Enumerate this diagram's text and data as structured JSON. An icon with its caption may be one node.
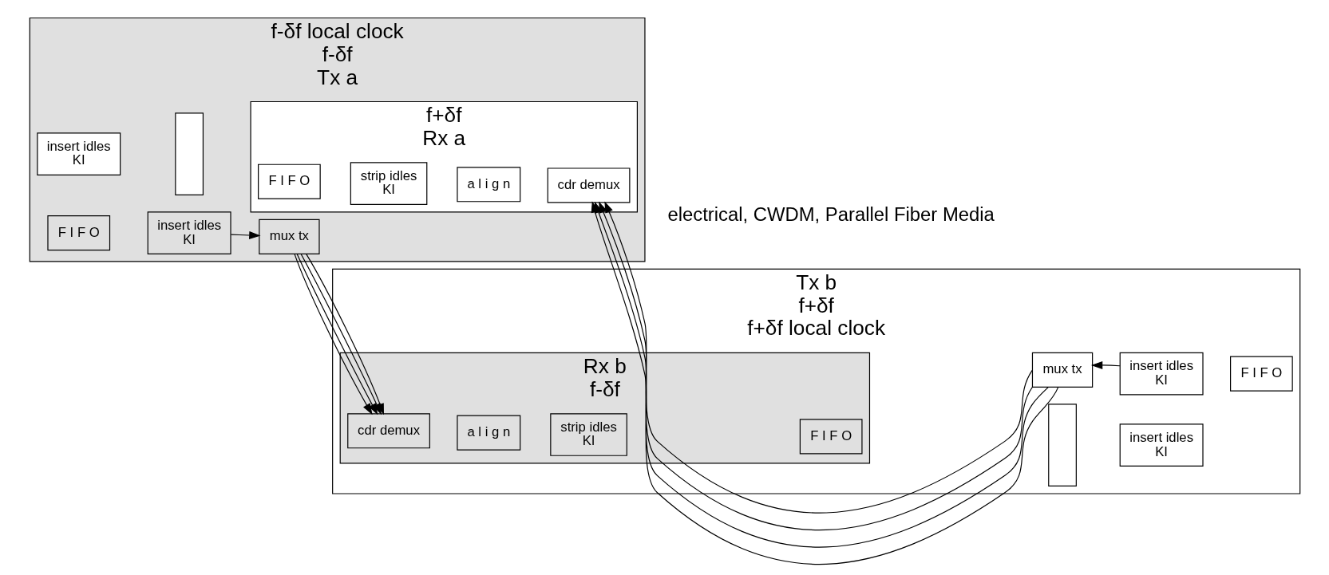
{
  "diagram": {
    "nodes": [
      {
        "text": [
          "f-δf local clock",
          "f-δf",
          "Tx a"
        ]
      },
      {
        "text": [
          "f+δf",
          "Rx a"
        ],
        "in": 0
      },
      {
        "text": [
          "insert idles",
          "KI"
        ],
        "in": 0
      },
      {
        "text": [],
        "shape": "box",
        "in": 0
      },
      {
        "text": [
          "F I F O"
        ],
        "in": 1
      },
      {
        "text": [
          "strip idles",
          "KI"
        ],
        "in": 1
      },
      {
        "text": [
          "a l i g n"
        ],
        "in": 1
      },
      {
        "text": [
          "cdr demux"
        ],
        "in": 1
      },
      {
        "text": [
          "F I F O"
        ],
        "in": 0
      },
      {
        "text": [
          "insert idles",
          "KI"
        ],
        "in": 0
      },
      {
        "text": [
          "mux tx"
        ],
        "in": 0
      },
      {
        "text": [
          "Tx b",
          "f+δf",
          "f+δf local clock"
        ]
      },
      {
        "text": [
          "mux tx"
        ],
        "in": 11
      },
      {
        "text": [
          "insert idles",
          "KI"
        ],
        "in": 11
      },
      {
        "text": [
          "F I F O"
        ],
        "in": 11
      },
      {
        "text": [
          "Rx b",
          "f-δf"
        ],
        "in": 11
      },
      {
        "text": [
          "cdr demux"
        ],
        "in": 15
      },
      {
        "text": [
          "a l i g n"
        ],
        "in": 15
      },
      {
        "text": [
          "strip idles",
          "KI"
        ],
        "in": 15
      },
      {
        "text": [
          "F I F O"
        ],
        "in": 15
      },
      {
        "text": [],
        "shape": "box",
        "in": 11
      },
      {
        "text": [
          "insert idles",
          "KI"
        ],
        "in": 11
      }
    ],
    "edges": [
      {
        "from": 12,
        "to": 7,
        "arrow": "to"
      },
      {
        "from": 12,
        "to": 7,
        "arrow": "to"
      },
      {
        "from": 12,
        "to": 7,
        "arrow": "to"
      },
      {
        "from": 12,
        "to": 7,
        "arrow": "to"
      },
      {
        "from": 13,
        "to": 12,
        "arrow": "to"
      },
      {
        "from": 9,
        "to": 10,
        "arrow": "to"
      },
      {
        "from": 10,
        "to": 16,
        "arrow": "to"
      },
      {
        "from": 10,
        "to": 16,
        "arrow": "to"
      },
      {
        "from": 10,
        "to": 16,
        "arrow": "to"
      },
      {
        "from": 10,
        "to": 16,
        "arrow": "to"
      }
    ],
    "labels": [
      "electrical, CWDM, Parallel Fiber Media"
    ]
  }
}
